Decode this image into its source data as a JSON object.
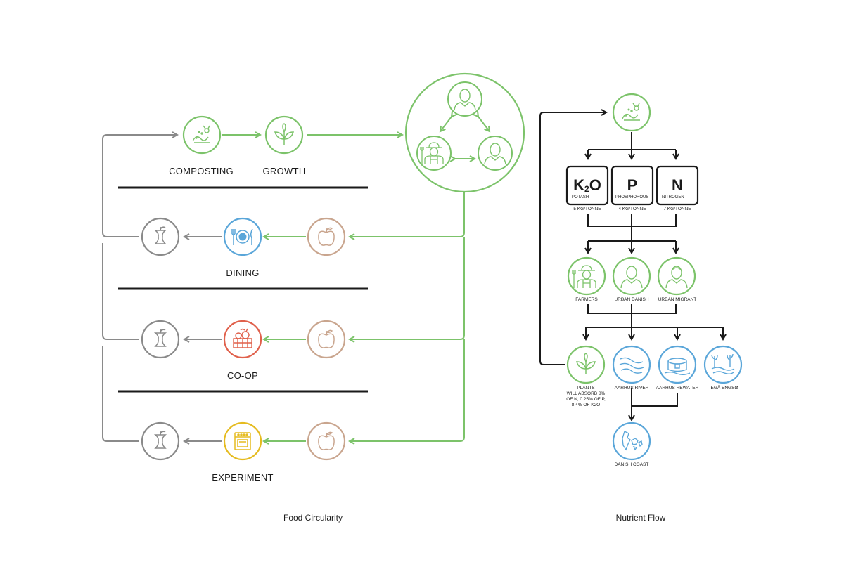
{
  "food_circularity": {
    "caption": "Food Circularity",
    "labels": {
      "composting": "COMPOSTING",
      "growth": "GROWTH",
      "dining": "DINING",
      "coop": "CO-OP",
      "experiment": "EXPERIMENT"
    }
  },
  "nutrient_flow": {
    "caption": "Nutrient Flow",
    "elements": [
      {
        "symbol": "K",
        "sub": "2",
        "rest": "O",
        "name": "POTASH",
        "amount": "5 KG/TONNE"
      },
      {
        "symbol": "P",
        "sub": "",
        "rest": "",
        "name": "PHOSPHOROUS",
        "amount": "4 KG/TONNE"
      },
      {
        "symbol": "N",
        "sub": "",
        "rest": "",
        "name": "NITROGEN",
        "amount": "7 KG/TONNE"
      }
    ],
    "people": {
      "farmers": "FARMERS",
      "urban_danish": "URBAN DANISH",
      "urban_migrant": "URBAN MIGRANT"
    },
    "destinations": {
      "plants_l1": "PLANTS",
      "plants_l2": "WILL ABSORB 8%",
      "plants_l3": "OF N, 0.25% OF P,",
      "plants_l4": "8.4% OF K2O",
      "aarhus_river": "AARHUS RIVER",
      "aarhus_rewater": "AARHUS REWATER",
      "ega_engso": "EGÅ ENGSØ",
      "danish_coast": "DANISH COAST"
    }
  },
  "colors": {
    "green": "#7cc36a",
    "blue": "#5aa6d9",
    "tan": "#c9a58e",
    "gray": "#8a8a8a",
    "red": "#e0604b",
    "yellow": "#e5bb1f",
    "black": "#1a1a1a"
  }
}
